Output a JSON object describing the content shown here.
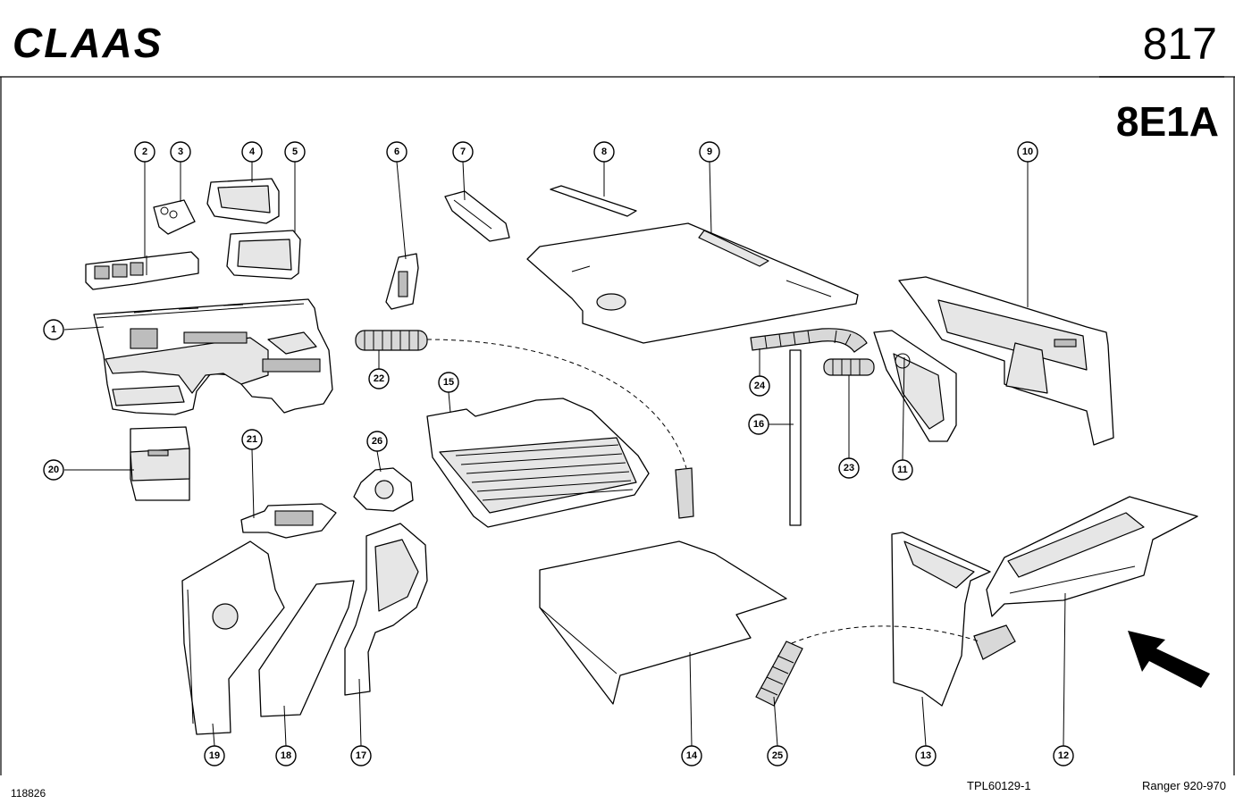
{
  "header": {
    "brand": "CLAAS",
    "page_number": "817",
    "section_code": "8E1A"
  },
  "footer": {
    "left_code": "118826",
    "drawing_ref": "TPL60129-1",
    "model_range": "Ranger 920-970"
  },
  "parts": [
    {
      "num": "1"
    },
    {
      "num": "2"
    },
    {
      "num": "3"
    },
    {
      "num": "4"
    },
    {
      "num": "5"
    },
    {
      "num": "6"
    },
    {
      "num": "7"
    },
    {
      "num": "8"
    },
    {
      "num": "9"
    },
    {
      "num": "10"
    },
    {
      "num": "11"
    },
    {
      "num": "12"
    },
    {
      "num": "13"
    },
    {
      "num": "14"
    },
    {
      "num": "15"
    },
    {
      "num": "16"
    },
    {
      "num": "17"
    },
    {
      "num": "18"
    },
    {
      "num": "19"
    },
    {
      "num": "20"
    },
    {
      "num": "21"
    },
    {
      "num": "22"
    },
    {
      "num": "23"
    },
    {
      "num": "24"
    },
    {
      "num": "25"
    },
    {
      "num": "26"
    }
  ],
  "icons": {
    "direction_arrow": "arrow-up-left-icon"
  }
}
